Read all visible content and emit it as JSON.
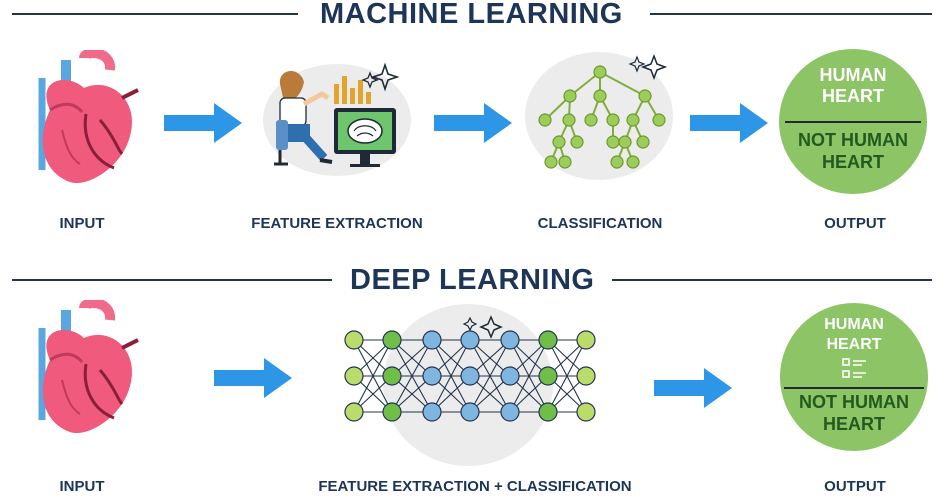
{
  "machine_learning": {
    "title": "MACHINE LEARNING",
    "steps": [
      "INPUT",
      "FEATURE EXTRACTION",
      "CLASSIFICATION",
      "OUTPUT"
    ],
    "output_top": "HUMAN HEART",
    "output_bottom": "NOT HUMAN HEART"
  },
  "deep_learning": {
    "title": "DEEP LEARNING",
    "steps": [
      "INPUT",
      "FEATURE EXTRACTION + CLASSIFICATION",
      "OUTPUT"
    ],
    "output_top": "HUMAN HEART",
    "output_bottom": "NOT HUMAN HEART"
  },
  "colors": {
    "title": "#1d3557",
    "arrow": "#2e96e6",
    "heart": "#ef5a7d",
    "output_circle": "#8cc466",
    "node_green": "#9ccc5a",
    "node_blue": "#7fb6e0"
  },
  "icons": [
    "heart-icon",
    "person-at-computer-icon",
    "decision-tree-icon",
    "neural-network-icon",
    "sparkle-icon",
    "list-icon"
  ]
}
